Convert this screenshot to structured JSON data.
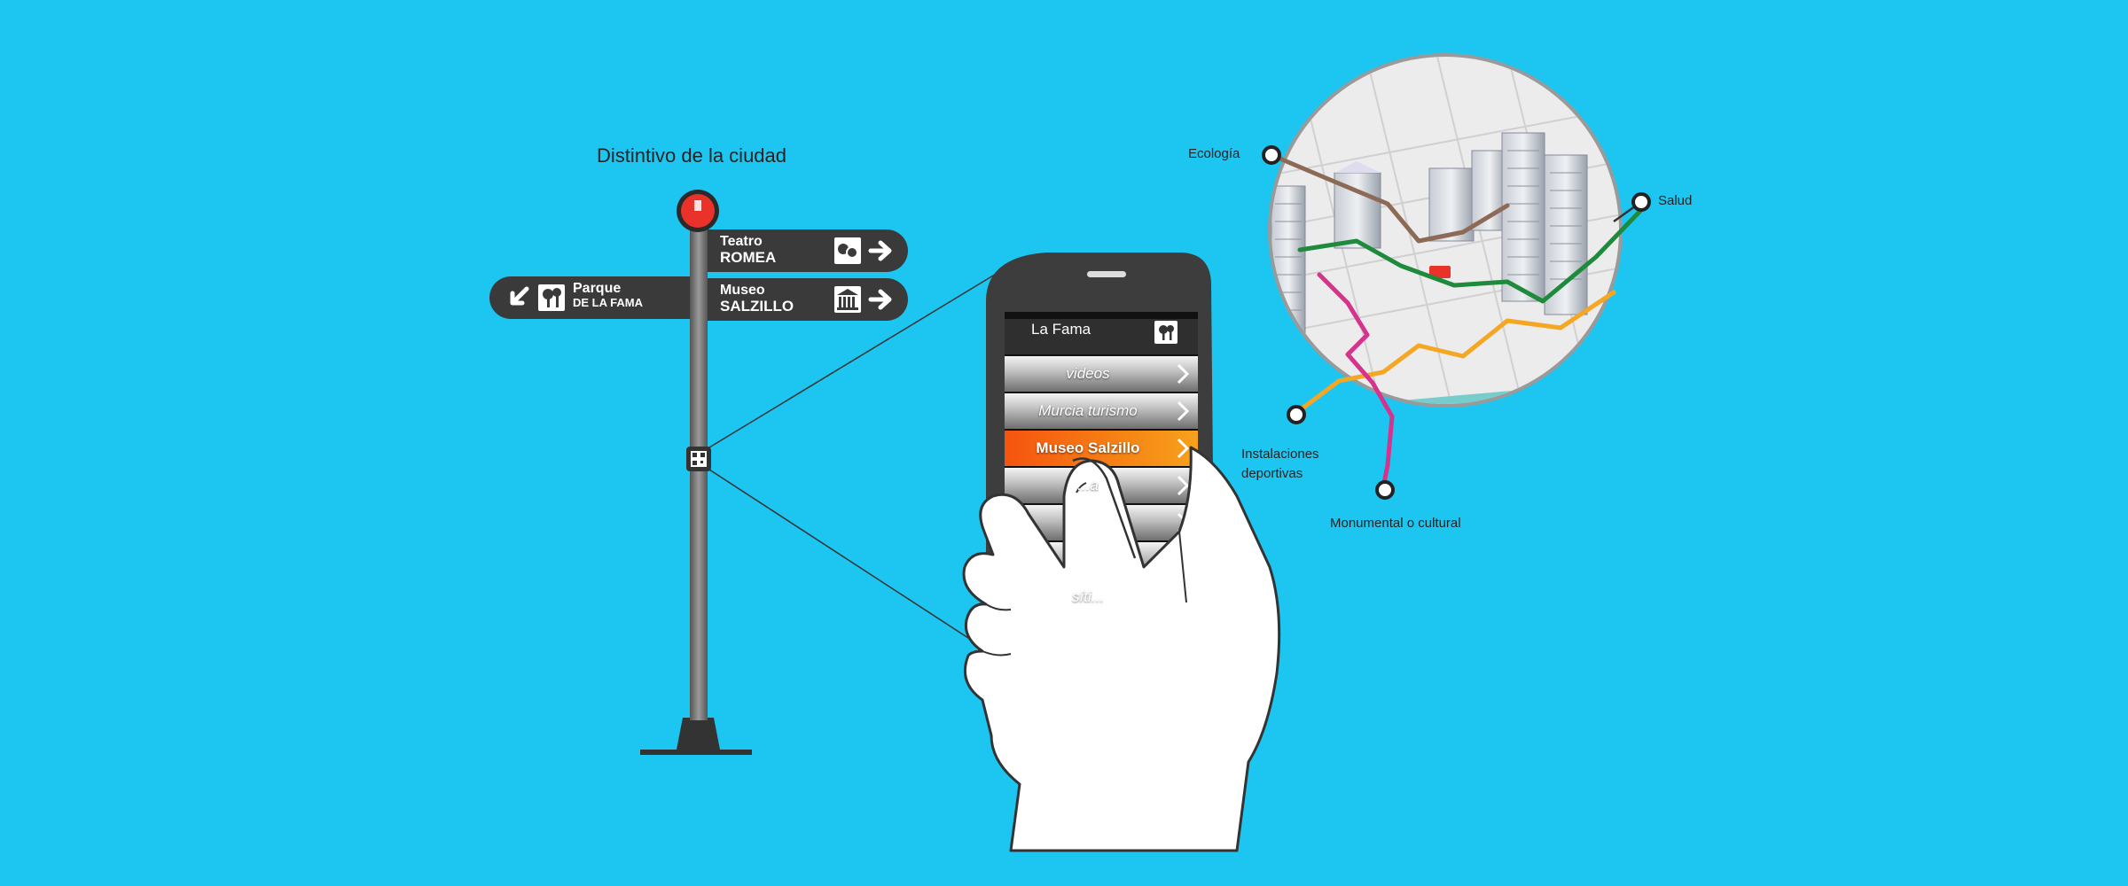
{
  "colors": {
    "background": "#1DC6F0",
    "sign": "#3A3A3A",
    "accent_orange": "#F26A10",
    "route_green": "#1E8A3C",
    "route_orange": "#F5A623",
    "route_pink": "#D6348C",
    "route_brown": "#8C6A55",
    "water": "#29B8EA"
  },
  "signpost": {
    "title": "Distintivo de la ciudad",
    "signs": [
      {
        "line1": "Teatro",
        "line2": "ROMEA",
        "icon": "theater-mask-icon",
        "direction": "right"
      },
      {
        "line1": "Museo",
        "line2": "SALZILLO",
        "icon": "museum-icon",
        "direction": "right"
      },
      {
        "line1": "Parque",
        "line2": "DE LA FAMA",
        "icon": "tree-icon",
        "direction": "down-left"
      }
    ]
  },
  "phone": {
    "header_title": "La Fama",
    "header_icon": "tree-icon",
    "menu": [
      {
        "label": "videos",
        "selected": false
      },
      {
        "label": "Murcia turismo",
        "selected": false
      },
      {
        "label": "Museo Salzillo",
        "selected": true
      },
      {
        "label": "...a",
        "selected": false
      },
      {
        "label": "",
        "selected": false
      },
      {
        "label": "",
        "selected": false
      },
      {
        "label": "síti...",
        "selected": false
      }
    ],
    "nav_icons": [
      "menu-icon",
      "refresh-icon"
    ]
  },
  "map": {
    "labels": {
      "ecologia": "Ecología",
      "salud": "Salud",
      "instalaciones": [
        "Instalaciones",
        "deportivas"
      ],
      "monumental": "Monumental o cultural"
    }
  }
}
